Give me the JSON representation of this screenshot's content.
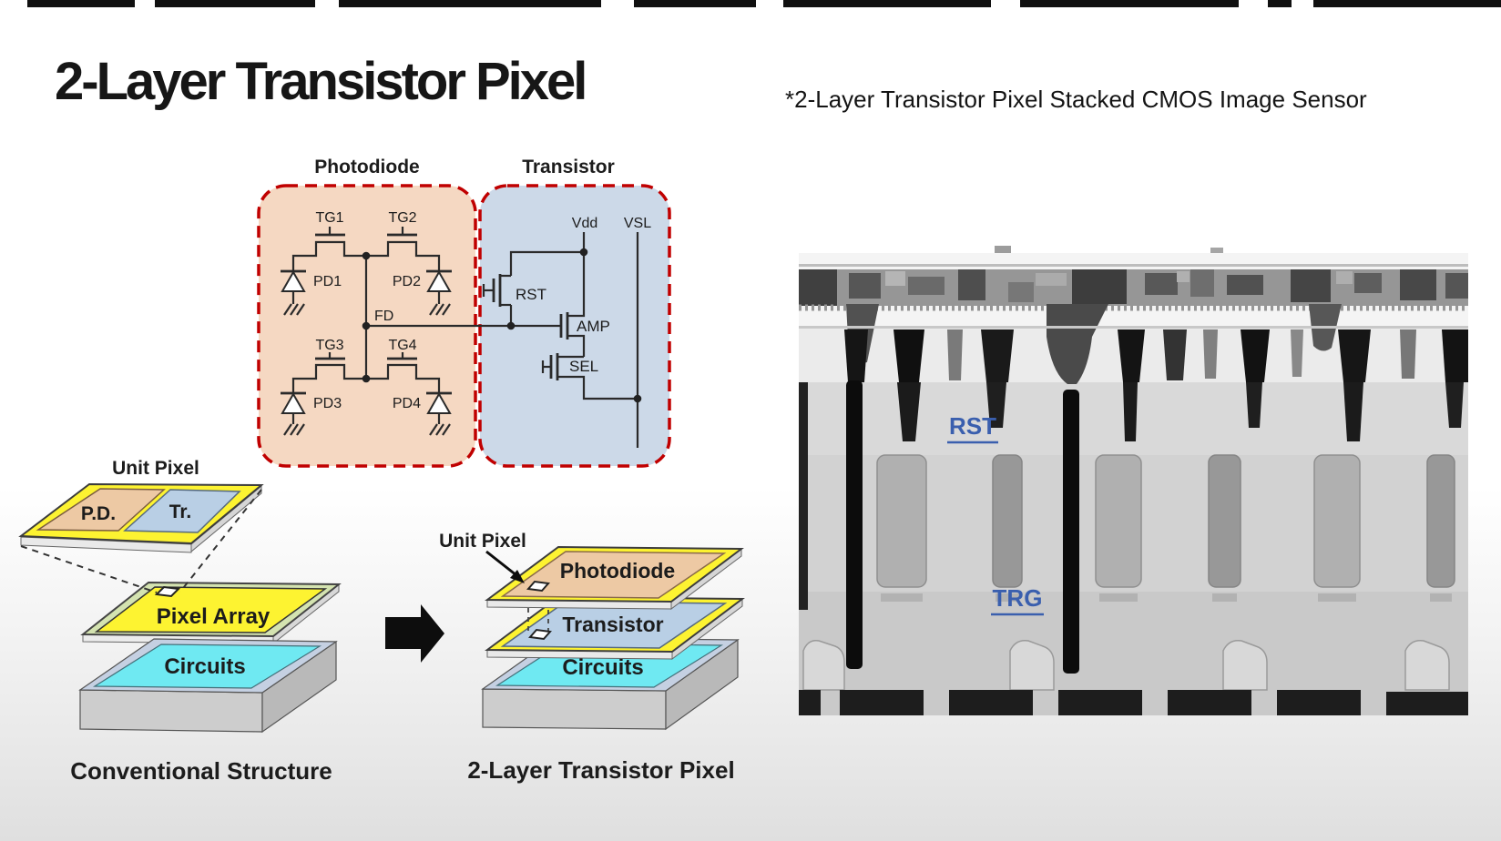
{
  "title": "2-Layer Transistor Pixel",
  "subtitle": "*2-Layer Transistor Pixel Stacked CMOS Image Sensor",
  "circuit": {
    "photodiode_section": "Photodiode",
    "transistor_section": "Transistor",
    "transfer_gates": [
      "TG1",
      "TG2",
      "TG3",
      "TG4"
    ],
    "photodiodes": [
      "PD1",
      "PD2",
      "PD3",
      "PD4"
    ],
    "floating_diffusion": "FD",
    "vdd": "Vdd",
    "vsl": "VSL",
    "reset": "RST",
    "amplifier": "AMP",
    "select": "SEL"
  },
  "conventional": {
    "unit_pixel": "Unit Pixel",
    "pd": "P.D.",
    "tr": "Tr.",
    "pixel_array": "Pixel Array",
    "circuits": "Circuits",
    "caption": "Conventional Structure"
  },
  "stacked": {
    "unit_pixel": "Unit Pixel",
    "photodiode": "Photodiode",
    "transistor": "Transistor",
    "circuits": "Circuits",
    "caption": "2-Layer Transistor Pixel"
  },
  "sem": {
    "rst": "RST",
    "trg": "TRG"
  },
  "colors": {
    "photodiode_box_fill": "#f5d8c2",
    "transistor_box_fill": "#ccd9e8",
    "dashed_border_red": "#c00000",
    "plate_yellow": "#fdf331",
    "panel_peach": "#edc9a4",
    "panel_blue": "#b9cfe5",
    "circuits_cyan": "#6fe9f2",
    "array_green": "#d4e3b0",
    "sem_label_blue": "#3a5fae"
  }
}
